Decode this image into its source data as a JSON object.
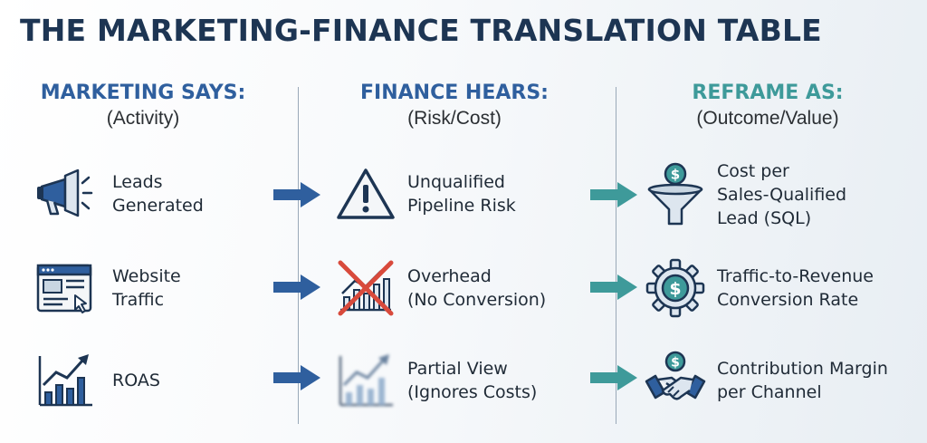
{
  "title": "THE MARKETING-FINANCE TRANSLATION TABLE",
  "colors": {
    "navy": "#1d3553",
    "blue": "#2f5f9e",
    "teal": "#3e9a9a",
    "red": "#d84a3c"
  },
  "columns": [
    {
      "heading": "MARKETING SAYS:",
      "subheading": "(Activity)",
      "color": "#2f5f9e"
    },
    {
      "heading": "FINANCE HEARS:",
      "subheading": "(Risk/Cost)",
      "color": "#2f5f9e"
    },
    {
      "heading": "REFRAME AS:",
      "subheading": "(Outcome/Value)",
      "color": "#3e9a9a"
    }
  ],
  "rows": [
    {
      "marketing": {
        "icon": "megaphone-icon",
        "label": "Leads\nGenerated"
      },
      "finance": {
        "icon": "warning-triangle-icon",
        "label": "Unqualified\nPipeline Risk"
      },
      "reframe": {
        "icon": "dollar-funnel-icon",
        "label": "Cost per\nSales-Qualified\nLead (SQL)"
      }
    },
    {
      "marketing": {
        "icon": "browser-window-icon",
        "label": "Website\nTraffic"
      },
      "finance": {
        "icon": "crossed-out-chart-icon",
        "label": "Overhead\n(No Conversion)"
      },
      "reframe": {
        "icon": "dollar-gear-icon",
        "label": "Traffic-to-Revenue\nConversion Rate"
      }
    },
    {
      "marketing": {
        "icon": "growth-chart-icon",
        "label": "ROAS"
      },
      "finance": {
        "icon": "blurred-chart-icon",
        "label": "Partial View\n(Ignores Costs)"
      },
      "reframe": {
        "icon": "handshake-dollar-icon",
        "label": "Contribution Margin\nper Channel"
      }
    }
  ]
}
